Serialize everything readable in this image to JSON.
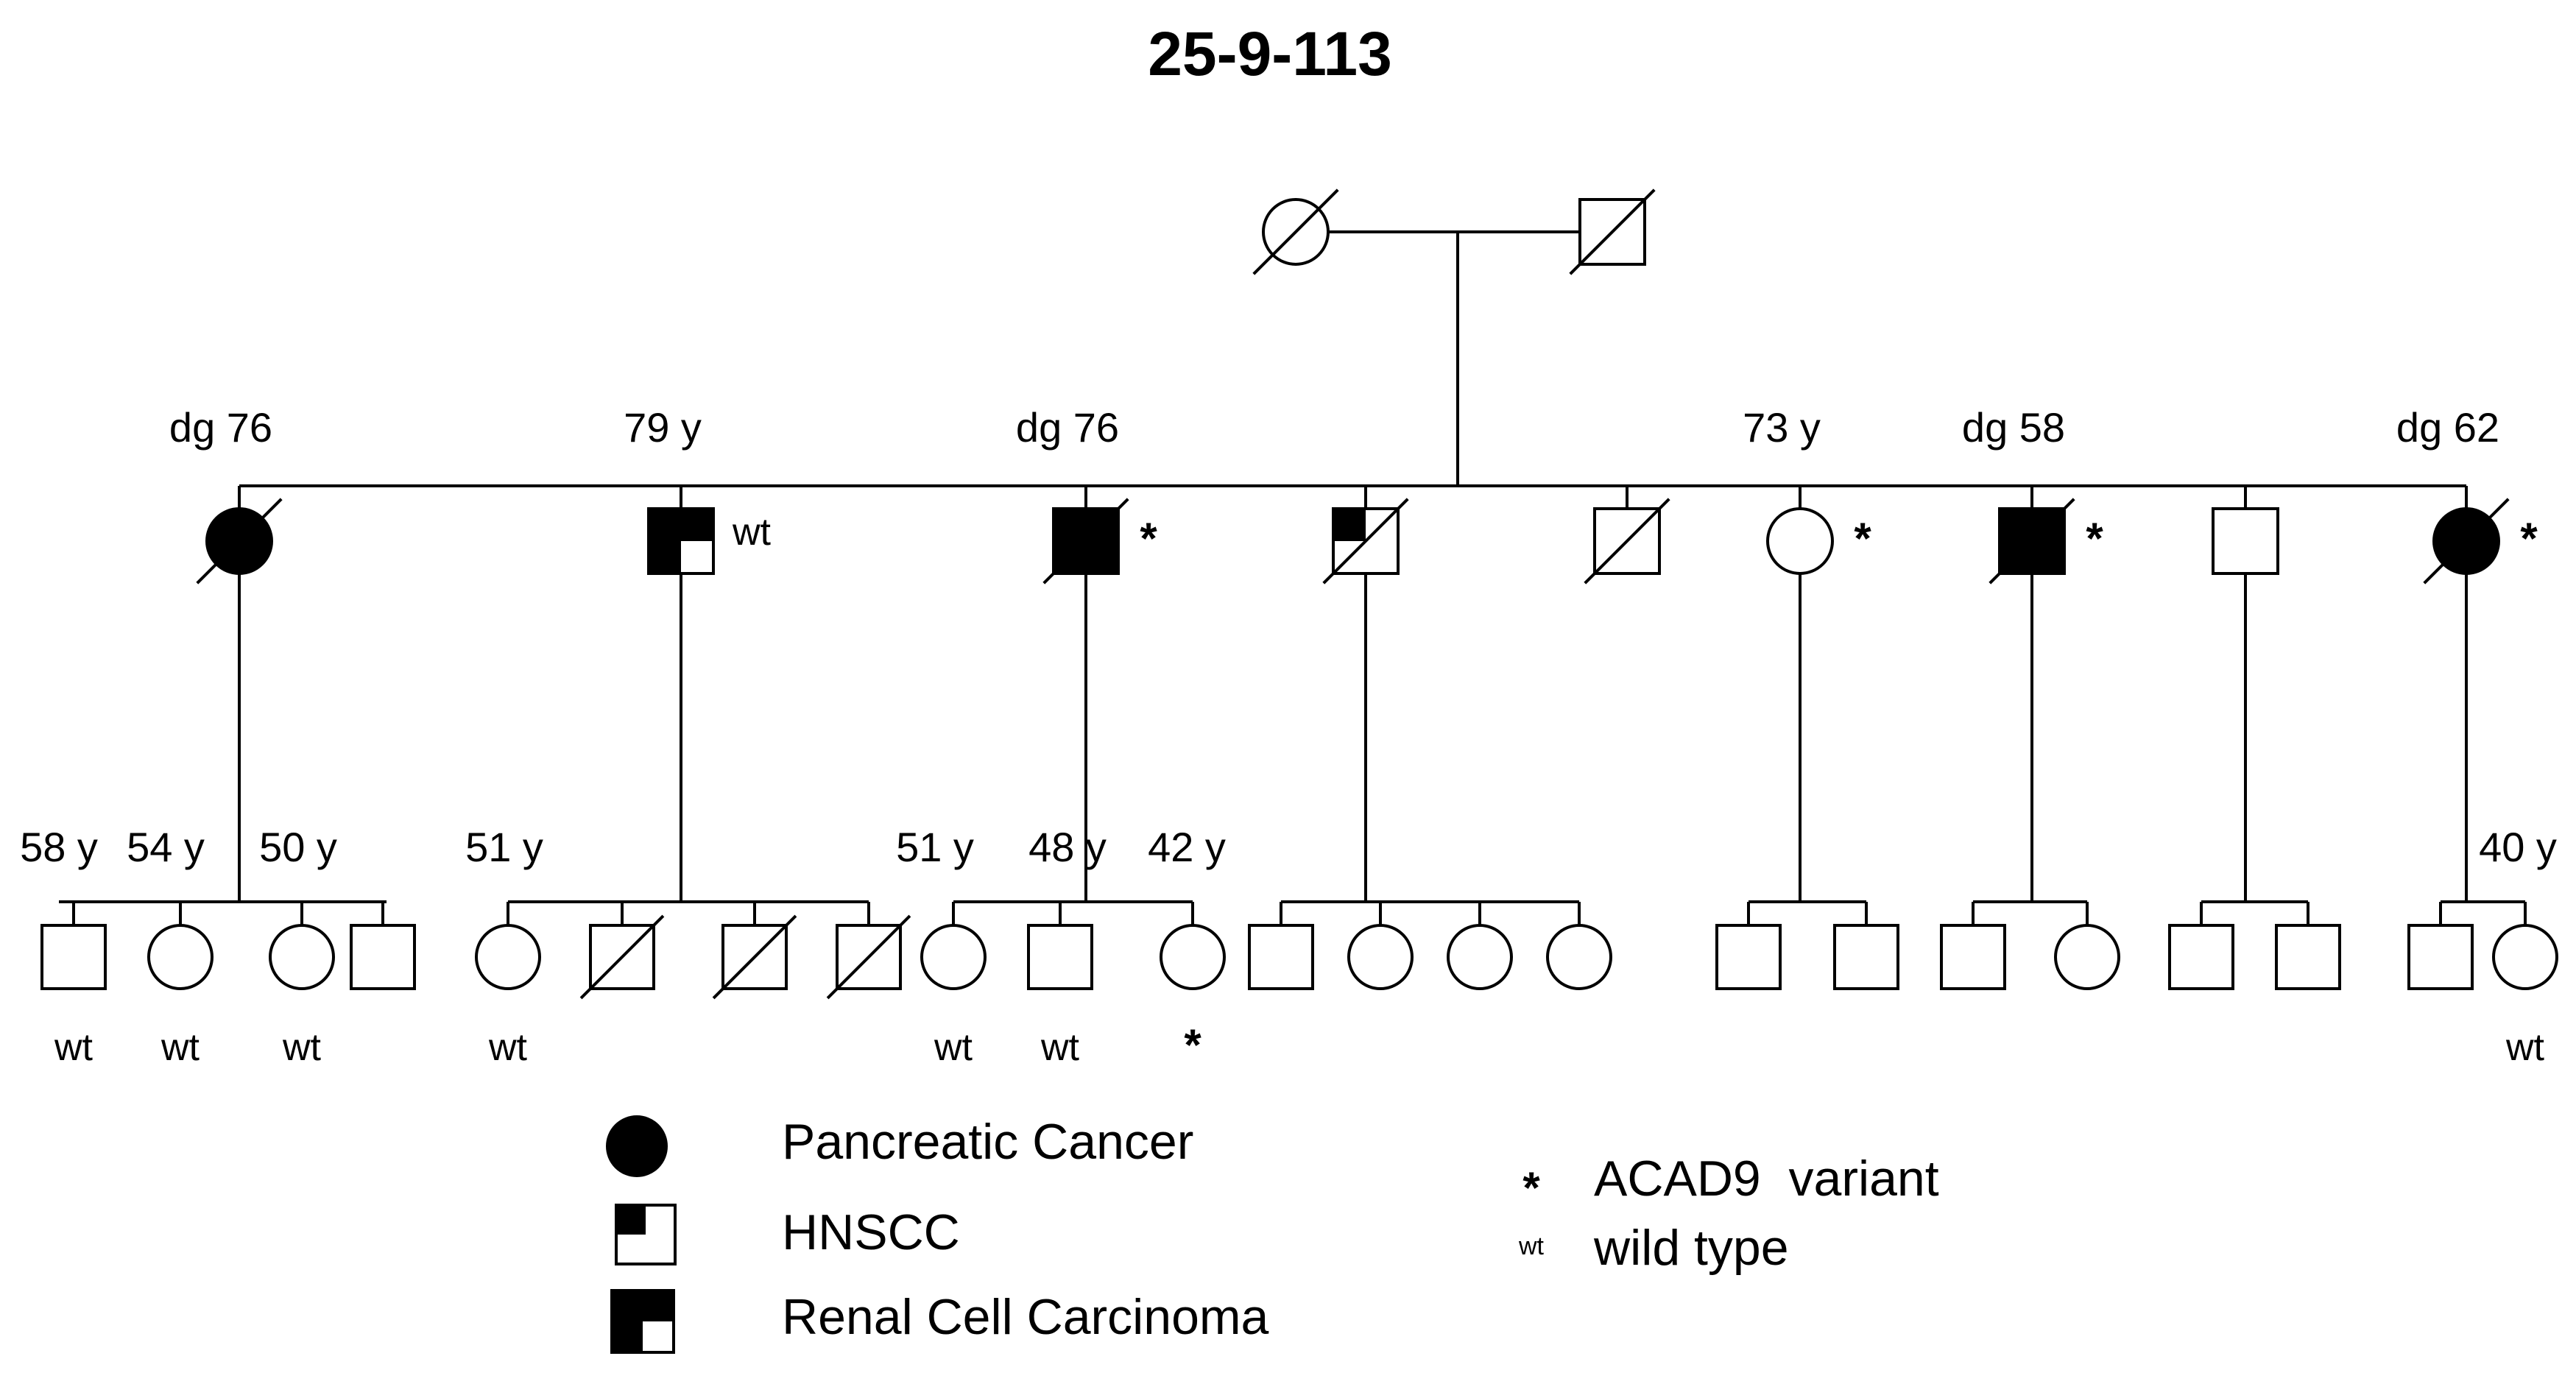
{
  "title": "25-9-113",
  "generation1": {
    "mother": {
      "sex": "female",
      "deceased": true
    },
    "father": {
      "sex": "male",
      "deceased": true
    }
  },
  "generation2": [
    {
      "id": "II-1",
      "sex": "female",
      "deceased": true,
      "phenotype": "pancreatic",
      "age_label": "dg 76",
      "genotype": ""
    },
    {
      "id": "II-2",
      "sex": "male",
      "deceased": false,
      "phenotype": "rcc",
      "age_label": "79 y",
      "genotype": "wt"
    },
    {
      "id": "II-3",
      "sex": "male",
      "deceased": true,
      "phenotype": "pancreatic",
      "age_label": "dg 76",
      "genotype": "*"
    },
    {
      "id": "II-4",
      "sex": "male",
      "deceased": true,
      "phenotype": "hnscc",
      "age_label": "",
      "genotype": ""
    },
    {
      "id": "II-5",
      "sex": "male",
      "deceased": true,
      "phenotype": "none",
      "age_label": "",
      "genotype": ""
    },
    {
      "id": "II-6",
      "sex": "female",
      "deceased": false,
      "phenotype": "none",
      "age_label": "73 y",
      "genotype": "*"
    },
    {
      "id": "II-7",
      "sex": "male",
      "deceased": true,
      "phenotype": "pancreatic",
      "age_label": "dg 58",
      "genotype": "*"
    },
    {
      "id": "II-8",
      "sex": "male",
      "deceased": false,
      "phenotype": "none",
      "age_label": "",
      "genotype": ""
    },
    {
      "id": "II-9",
      "sex": "female",
      "deceased": true,
      "phenotype": "pancreatic",
      "age_label": "dg 62",
      "genotype": "*"
    }
  ],
  "generation3": [
    {
      "parent": "II-1",
      "children": [
        {
          "sex": "male",
          "deceased": false,
          "age_label": "58 y",
          "genotype": "wt"
        },
        {
          "sex": "female",
          "deceased": false,
          "age_label": "54 y",
          "genotype": "wt"
        },
        {
          "sex": "female",
          "deceased": false,
          "age_label": "50 y",
          "genotype": "wt"
        },
        {
          "sex": "male",
          "deceased": false,
          "age_label": "",
          "genotype": ""
        }
      ]
    },
    {
      "parent": "II-2",
      "children": [
        {
          "sex": "female",
          "deceased": false,
          "age_label": "51 y",
          "genotype": "wt"
        },
        {
          "sex": "male",
          "deceased": true,
          "age_label": "",
          "genotype": ""
        },
        {
          "sex": "male",
          "deceased": true,
          "age_label": "",
          "genotype": ""
        },
        {
          "sex": "male",
          "deceased": true,
          "age_label": "",
          "genotype": ""
        }
      ]
    },
    {
      "parent": "II-3",
      "children": [
        {
          "sex": "female",
          "deceased": false,
          "age_label": "51 y",
          "genotype": "wt"
        },
        {
          "sex": "male",
          "deceased": false,
          "age_label": "48 y",
          "genotype": "wt"
        },
        {
          "sex": "female",
          "deceased": false,
          "age_label": "42 y",
          "genotype": "*"
        }
      ]
    },
    {
      "parent": "II-4",
      "children": [
        {
          "sex": "male",
          "deceased": false,
          "age_label": "",
          "genotype": ""
        },
        {
          "sex": "female",
          "deceased": false,
          "age_label": "",
          "genotype": ""
        },
        {
          "sex": "female",
          "deceased": false,
          "age_label": "",
          "genotype": ""
        },
        {
          "sex": "female",
          "deceased": false,
          "age_label": "",
          "genotype": ""
        }
      ]
    },
    {
      "parent": "II-6",
      "children": [
        {
          "sex": "male",
          "deceased": false,
          "age_label": "",
          "genotype": ""
        },
        {
          "sex": "male",
          "deceased": false,
          "age_label": "",
          "genotype": ""
        }
      ]
    },
    {
      "parent": "II-7",
      "children": [
        {
          "sex": "male",
          "deceased": false,
          "age_label": "",
          "genotype": ""
        },
        {
          "sex": "female",
          "deceased": false,
          "age_label": "",
          "genotype": ""
        }
      ]
    },
    {
      "parent": "II-8",
      "children": [
        {
          "sex": "male",
          "deceased": false,
          "age_label": "",
          "genotype": ""
        },
        {
          "sex": "male",
          "deceased": false,
          "age_label": "",
          "genotype": ""
        }
      ]
    },
    {
      "parent": "II-9",
      "children": [
        {
          "sex": "male",
          "deceased": false,
          "age_label": "",
          "genotype": ""
        },
        {
          "sex": "female",
          "deceased": false,
          "age_label": "40 y",
          "genotype": "wt"
        }
      ]
    }
  ],
  "legend": {
    "pancreatic": "Pancreatic Cancer",
    "hnscc": "HNSCC",
    "rcc": "Renal Cell Carcinoma",
    "variant_symbol": "*",
    "variant": "ACAD9  variant",
    "wt_symbol": "wt",
    "wt": "wild type"
  }
}
